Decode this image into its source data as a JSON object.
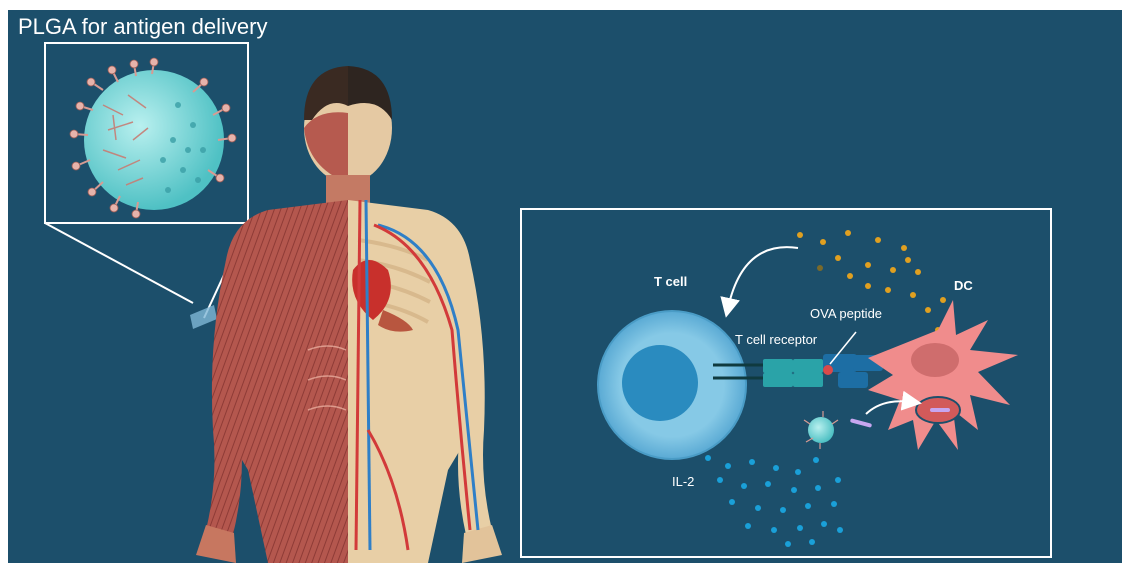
{
  "title": "PLGA for antigen delivery",
  "labels": {
    "t_cell": "T cell",
    "dc": "DC",
    "ova_peptide": "OVA peptide",
    "t_cell_receptor": "T cell receptor",
    "il2": "IL-2"
  },
  "colors": {
    "background": "#1c4f6b",
    "nanoparticle": "#7fd6d6",
    "t_cell": "#7fc4e2",
    "t_cell_nucleus": "#2a8bbf",
    "dendritic_cell": "#f08c8c",
    "antigen_dots": "#e0a020",
    "il2_dots": "#1aa0d8"
  }
}
